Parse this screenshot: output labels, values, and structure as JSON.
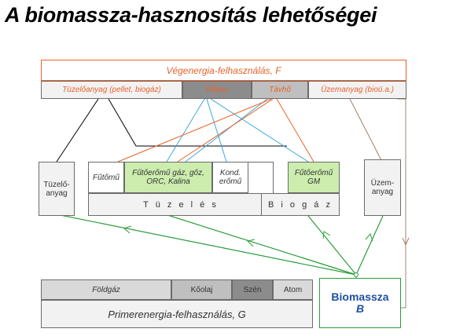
{
  "title": "A biomassza-hasznosítás lehetőségei",
  "top_header": "Végenergia-felhasználás,  F",
  "final_use": {
    "fuel": "Tüzelőanyag (pellet, biogáz)",
    "electricity": "Villany",
    "district_heat": "Távhő",
    "motor_fuel": "Üzemanyag (bioü.a.)"
  },
  "middle": {
    "fuel_box": "Tüzelő-anyag",
    "heating_plant": "Fűtőmű",
    "chp": "Fűtőerőmű gáz, gőz, ORC, Kalina",
    "condensing": "Kond. erőmű",
    "combustion": "T ü z e l é s",
    "biogas_chp": "Fűtőerőmű GM",
    "biogas": "B i o g á z",
    "motor_fuel_box": "Üzem-anyag"
  },
  "primary": {
    "natural_gas": "Földgáz",
    "oil": "Kőolaj",
    "coal": "Szén",
    "nuclear": "Atom",
    "header": "Primerenergia-felhasználás,  G"
  },
  "biomass": {
    "name": "Biomassza",
    "symbol": "B"
  },
  "colors": {
    "orange": "#e8622a",
    "blue": "#3fa7e0",
    "green": "#2a9d3a",
    "brown": "#a08070",
    "black": "#000000",
    "chp_fill": "#ccedae"
  }
}
